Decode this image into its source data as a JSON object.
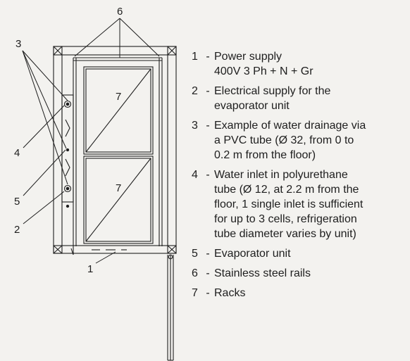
{
  "diagram_labels": {
    "power_supply": "1",
    "electrical_supply": "2",
    "water_drainage": "3",
    "water_inlet": "4",
    "evaporator": "5",
    "rails": "6",
    "rack_upper": "7",
    "rack_lower": "7"
  },
  "legend": [
    {
      "num": "1",
      "lines": [
        "Power supply",
        "400V 3 Ph + N + Gr"
      ]
    },
    {
      "num": "2",
      "lines": [
        "Electrical supply for the",
        "evaporator unit"
      ]
    },
    {
      "num": "3",
      "lines": [
        "Example of water drainage via",
        "a PVC tube (Ø 32, from 0 to",
        "0.2 m from the floor)"
      ]
    },
    {
      "num": "4",
      "lines": [
        "Water inlet in polyurethane",
        "tube (Ø 12, at 2.2 m from the",
        "floor, 1 single inlet is sufficient",
        "for up to 3 cells, refrigeration",
        "tube diameter varies by unit)"
      ]
    },
    {
      "num": "5",
      "lines": [
        "Evaporator unit"
      ]
    },
    {
      "num": "6",
      "lines": [
        "Stainless steel rails"
      ]
    },
    {
      "num": "7",
      "lines": [
        "Racks"
      ]
    }
  ]
}
